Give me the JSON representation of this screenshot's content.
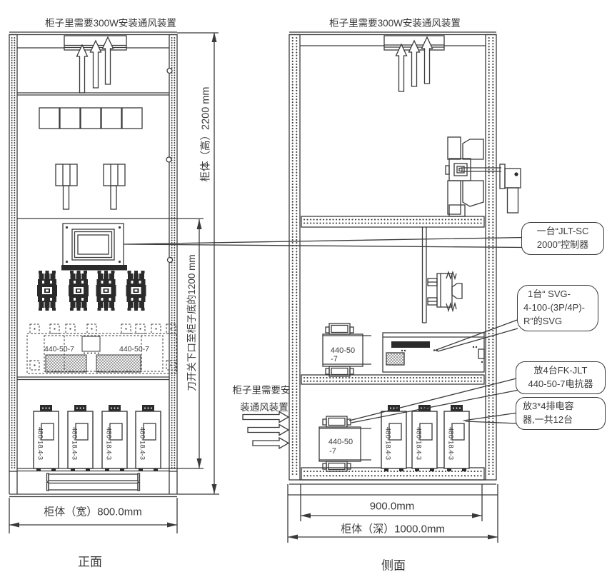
{
  "drawing": {
    "background": "#ffffff",
    "ink_color": "#3a3a3a"
  },
  "front_view": {
    "title": "柜子里需要300W安装通风装置",
    "view_label": "正面",
    "height_dim_label": "柜体（高）2200 mm",
    "switch_dim_label": "刀开关下口至柜子底的1200 mm",
    "width_dim_label": "柜体（宽）800.0mm",
    "reactor_labels": [
      "440-50-7",
      "440-50-7"
    ],
    "capacitor_labels": [
      "480-18.4-3",
      "480-18.4-3",
      "480-18.4-3",
      "480-18.4-3"
    ]
  },
  "side_view": {
    "title": "柜子里需要300W安装通风装置",
    "view_label": "侧面",
    "vent_note_lines": [
      "柜子里需要安",
      "装通风装置"
    ],
    "mid_reactor_label": [
      "440-50",
      "-7"
    ],
    "bottom_reactor_label": [
      "440-50",
      "-7"
    ],
    "capacitor_labels": [
      "480-18.4-3",
      "480-18.4-3",
      "480-18.4-3"
    ],
    "inner_depth_dim_label": "900.0mm",
    "depth_dim_label": "柜体（深）1000.0mm"
  },
  "callouts": [
    {
      "name": "controller",
      "lines": [
        "一台“JLT-SC",
        "2000”控制器"
      ]
    },
    {
      "name": "svg-unit",
      "lines": [
        "1台“ SVG-",
        "4-100-(3P/4P)-",
        "R”的SVG"
      ]
    },
    {
      "name": "reactors",
      "lines": [
        "放4台FK-JLT",
        "440-50-7电抗器"
      ]
    },
    {
      "name": "capacitor-bank",
      "lines": [
        "放3*4排电容",
        "器,一共12台"
      ]
    }
  ]
}
